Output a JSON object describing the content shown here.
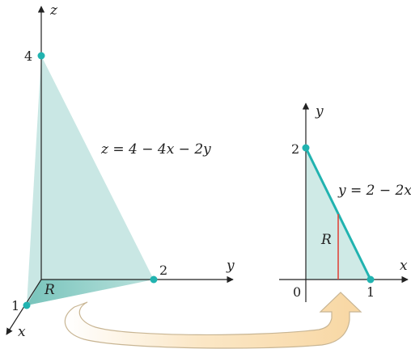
{
  "left_figure": {
    "axis_z": "z",
    "axis_y": "y",
    "axis_x": "x",
    "point_z": "4",
    "point_y": "2",
    "point_x": "1",
    "region": "R",
    "plane_equation": "z = 4 − 4x − 2y"
  },
  "right_figure": {
    "axis_y": "y",
    "axis_x": "x",
    "tick_y": "2",
    "tick_x": "1",
    "origin": "0",
    "region": "R",
    "line_equation": "y = 2 − 2x"
  },
  "colors": {
    "plane_fill": "#bfe3df",
    "region_fill": "#8ccfc7",
    "point": "#21b3b0",
    "edge": "#21b3b0",
    "strip": "#e0463c",
    "arrow_fill": "#fbe3bc",
    "arrow_stroke": "#c8b593"
  }
}
